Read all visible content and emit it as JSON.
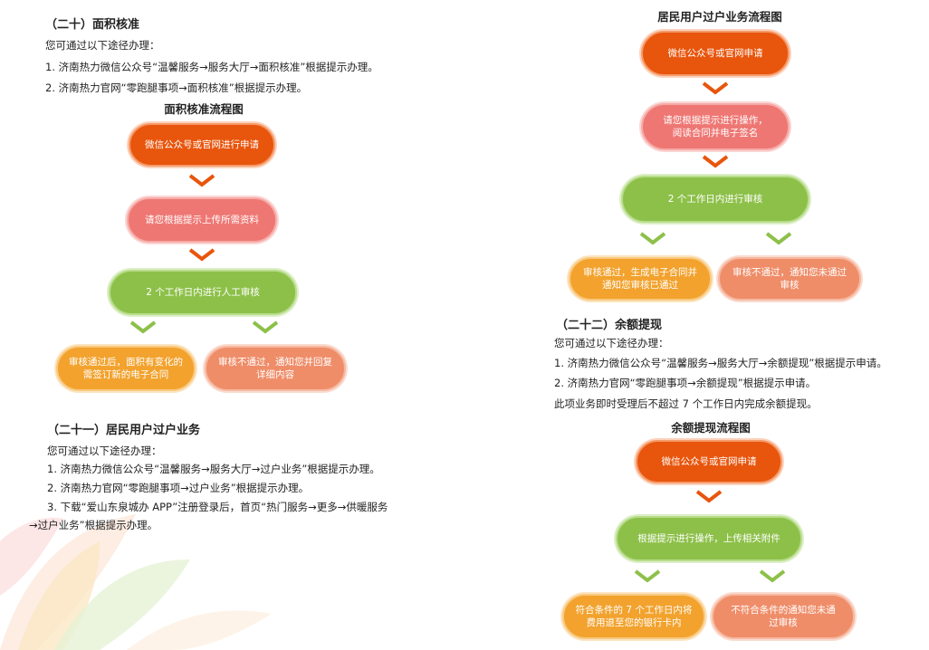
{
  "section20": {
    "heading": "（二十）面积核准",
    "intro": "您可通过以下途径办理：",
    "items": [
      "1. 济南热力微信公众号“温馨服务→服务大厅→面积核准”根据提示办理。",
      "2. 济南热力官网“零跑腿事项→面积核准”根据提示办理。"
    ],
    "flow": {
      "title": "面积核准流程图",
      "step1": "微信公众号或官网进行申请",
      "step2": "请您根据提示上传所需资料",
      "step3": "2 个工作日内进行人工审核",
      "pass": "审核通过后，面积有变化的需签订新的电子合同",
      "fail": "审核不通过，通知您并回复详细内容"
    }
  },
  "section21": {
    "heading": "（二十一）居民用户过户业务",
    "intro": "您可通过以下途径办理：",
    "items": [
      "1. 济南热力微信公众号“温馨服务→服务大厅→过户业务”根据提示办理。",
      "2. 济南热力官网“零跑腿事项→过户业务”根据提示办理。",
      "3. 下载“爱山东泉城办 APP”注册登录后，首页“热门服务→更多→供暖服务",
      "→过户业务”根据提示办理。"
    ],
    "flow": {
      "title": "居民用户过户业务流程图",
      "step1": "微信公众号或官网申请",
      "step2": "请您根据提示进行操作，阅读合同并电子签名",
      "step3": "2 个工作日内进行审核",
      "pass": "审核通过，生成电子合同并通知您审核已通过",
      "fail": "审核不通过，通知您未通过审核"
    }
  },
  "section22": {
    "heading": "（二十二）余额提现",
    "intro": "您可通过以下途径办理：",
    "items": [
      "1. 济南热力微信公众号“温馨服务→服务大厅→余额提现”根据提示申请。",
      "2. 济南热力官网“零跑腿事项→余额提现”根据提示申请。",
      "此项业务即时受理后不超过 7 个工作日内完成余额提现。"
    ],
    "flow": {
      "title": "余额提现流程图",
      "step1": "微信公众号或官网申请",
      "step2": "根据提示进行操作，上传相关附件",
      "pass": "符合条件的 7 个工作日内将费用退至您的银行卡内",
      "fail": "不符合条件的通知您未通过审核"
    }
  },
  "colors": {
    "red": "#e8550c",
    "pink": "#ee7773",
    "green": "#8dc049",
    "orange": "#f2a22d",
    "salmon": "#ef8d69"
  }
}
